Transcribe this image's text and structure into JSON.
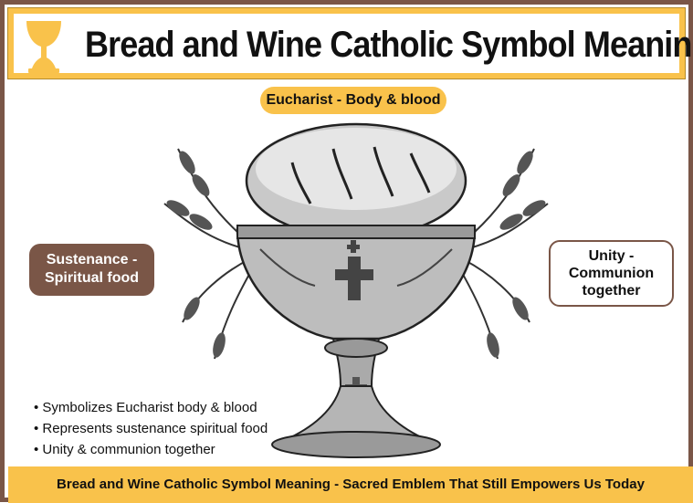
{
  "header": {
    "title": "Bread and Wine Catholic Symbol Meaning",
    "icon": "chalice-icon",
    "accent_color": "#f9c24b"
  },
  "badges": {
    "top": "Eucharist - Body & blood",
    "left": [
      "Sustenance -",
      "Spiritual food"
    ],
    "right": [
      "Unity -",
      "Communion",
      "together"
    ]
  },
  "bullets": [
    "Symbolizes Eucharist body & blood",
    "Represents sustenance spiritual food",
    "Unity & communion together"
  ],
  "footer": {
    "text": "Bread and Wine Catholic Symbol Meaning - Sacred Emblem That Still Empowers Us Today"
  },
  "colors": {
    "brown": "#7a5647",
    "gold": "#f9c24b"
  }
}
